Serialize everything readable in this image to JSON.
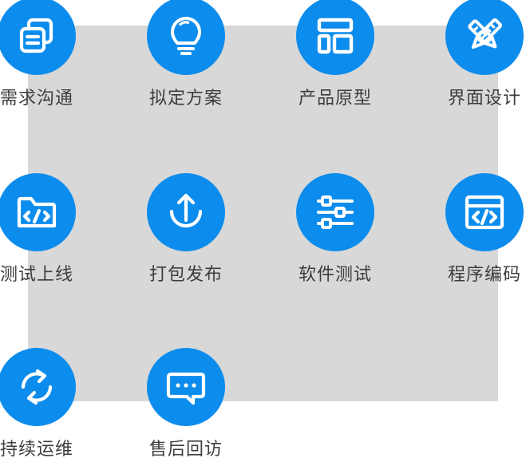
{
  "theme": {
    "accent": "#0c8ced",
    "backdrop": "#d8d8d8",
    "page_background": "#ffffff",
    "label_color": "#3d3d3d",
    "icon_color": "#ffffff"
  },
  "diagram": {
    "type": "process-step-grid",
    "columns": 4,
    "rows": 3,
    "step_count": 10
  },
  "steps": [
    {
      "index": 1,
      "label": "需求沟通",
      "icon": "documents-copy-icon",
      "row": 1,
      "column": 1
    },
    {
      "index": 2,
      "label": "拟定方案",
      "icon": "lightbulb-icon",
      "row": 1,
      "column": 2
    },
    {
      "index": 3,
      "label": "产品原型",
      "icon": "layout-wireframe-icon",
      "row": 1,
      "column": 3
    },
    {
      "index": 4,
      "label": "界面设计",
      "icon": "pen-ruler-icon",
      "row": 1,
      "column": 4
    },
    {
      "index": 5,
      "label": "测试上线",
      "icon": "code-folder-icon",
      "row": 2,
      "column": 1
    },
    {
      "index": 6,
      "label": "打包发布",
      "icon": "upload-arrow-icon",
      "row": 2,
      "column": 2
    },
    {
      "index": 7,
      "label": "软件测试",
      "icon": "sliders-settings-icon",
      "row": 2,
      "column": 3
    },
    {
      "index": 8,
      "label": "程序编码",
      "icon": "code-window-icon",
      "row": 2,
      "column": 4
    },
    {
      "index": 9,
      "label": "持续运维",
      "icon": "refresh-cycle-icon",
      "row": 3,
      "column": 1
    },
    {
      "index": 10,
      "label": "售后回访",
      "icon": "chat-bubble-dots-icon",
      "row": 3,
      "column": 2
    }
  ]
}
